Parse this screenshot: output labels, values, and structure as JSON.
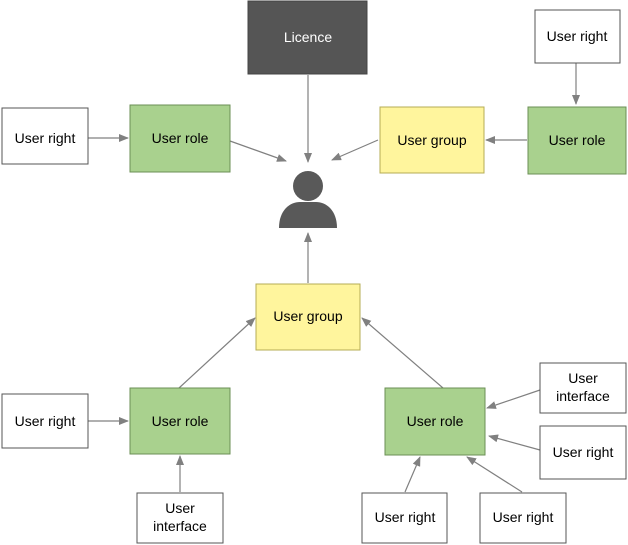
{
  "colors": {
    "licence_fill": "#555555",
    "role_fill": "#a9d18e",
    "group_fill": "#fff59d",
    "right_fill": "#ffffff",
    "edge": "#808080",
    "person": "#595959"
  },
  "nodes": {
    "licence": "Licence",
    "user_right_left_top": "User right",
    "user_role_left_top": "User role",
    "user_group_top": "User group",
    "user_role_right_top": "User role",
    "user_right_right_top": "User right",
    "user_group_center": "User group",
    "user_right_left_bottom": "User right",
    "user_role_left_bottom": "User role",
    "user_interface_left_bottom": [
      "User",
      "interface"
    ],
    "user_role_right_bottom": "User role",
    "user_interface_right": [
      "User",
      "interface"
    ],
    "user_right_right_bottom": "User right",
    "user_right_bottom_1": "User right",
    "user_right_bottom_2": "User right"
  },
  "icons": {
    "user": "user-icon"
  }
}
